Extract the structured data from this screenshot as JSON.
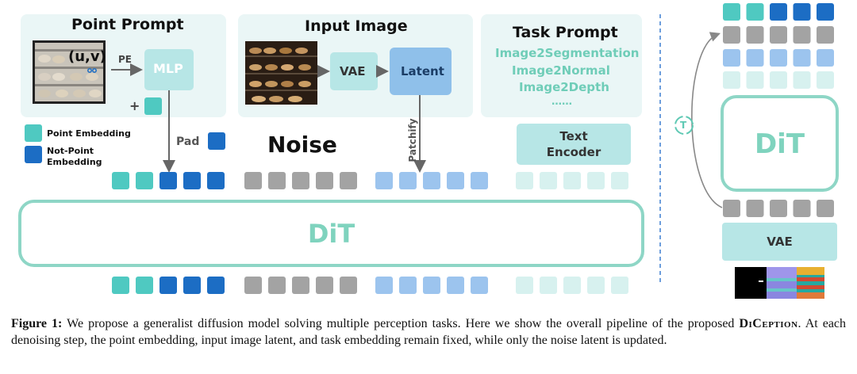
{
  "point_prompt": {
    "title": "Point Prompt",
    "coord": "(u,v)",
    "pe": "PE",
    "mlp": "MLP",
    "plus": "+"
  },
  "input_image": {
    "title": "Input Image",
    "vae": "VAE",
    "latent": "Latent"
  },
  "task_prompt": {
    "title": "Task Prompt",
    "tasks": [
      "Image2Segmentation",
      "Image2Normal",
      "Image2Depth"
    ],
    "ellipsis": "……"
  },
  "legend": {
    "point": "Point Embedding",
    "not_point_1": "Not-Point",
    "not_point_2": "Embedding"
  },
  "labels": {
    "pad": "Pad",
    "noise": "Noise",
    "patchify": "Patchify",
    "text_encoder_1": "Text",
    "text_encoder_2": "Encoder",
    "dit": "DiT",
    "loop_t": "T"
  },
  "right_panel": {
    "dit": "DiT",
    "vae": "VAE"
  },
  "colors": {
    "point": "#4fc9c1",
    "not_point": "#1c6dc4",
    "noise": "#a3a3a3",
    "latent": "#9cc4ee",
    "text": "#d7f1ef",
    "box_bg": "#eaf6f6",
    "accent": "#5fc9b4",
    "task_text": "#6fcdb8",
    "dit_text": "#7fd3be",
    "vae_box": "#b7e6e6",
    "latent_box": "#8fc0ea"
  },
  "caption": {
    "figure": "Figure 1:",
    "text1": " We propose a generalist diffusion model solving multiple perception tasks. Here we show the overall pipeline of the proposed ",
    "name": "DiCeption",
    "text2": ". At each denoising step, the point embedding, input image latent, and task embedding remain fixed, while only the noise latent is updated."
  }
}
